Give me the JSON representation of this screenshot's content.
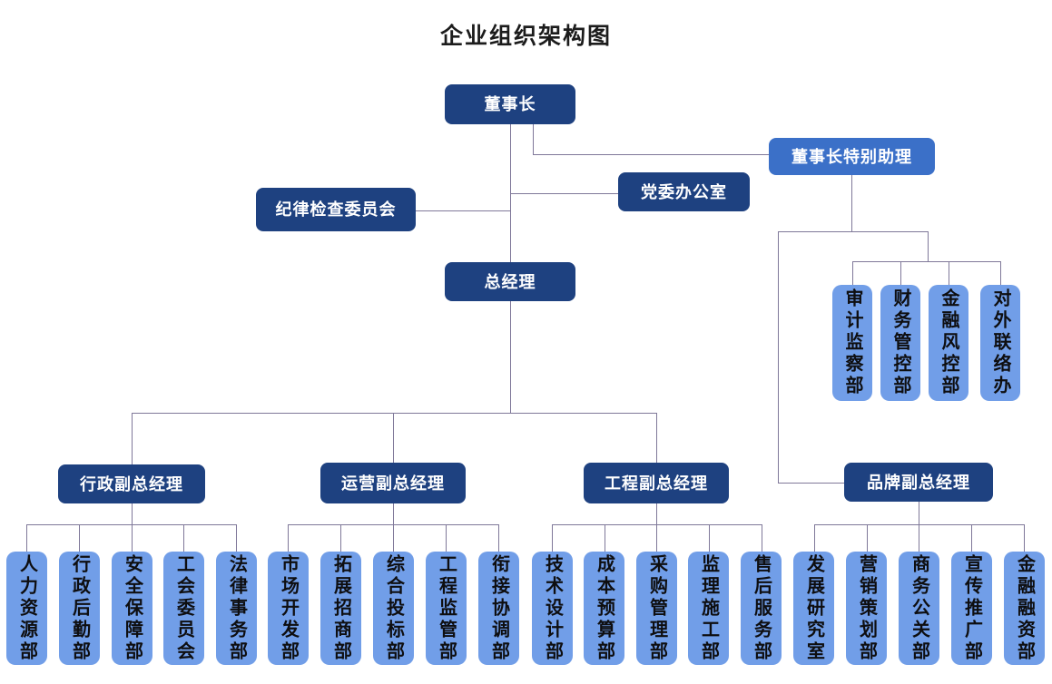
{
  "title": "企业组织架构图",
  "top": {
    "chairman": "董事长",
    "special_assistant": "董事长特别助理",
    "discipline_committee": "纪律检查委员会",
    "party_office": "党委办公室",
    "general_manager": "总经理"
  },
  "assistant_departments": [
    "审计监察部",
    "财务管控部",
    "金融风控部",
    "对外联络办"
  ],
  "deputies": {
    "admin": "行政副总经理",
    "operations": "运营副总经理",
    "engineering": "工程副总经理",
    "brand": "品牌副总经理"
  },
  "departments": {
    "admin": [
      "人力资源部",
      "行政后勤部",
      "安全保障部",
      "工会委员会",
      "法律事务部"
    ],
    "operations": [
      "市场开发部",
      "拓展招商部",
      "综合投标部",
      "工程监管部",
      "衔接协调部"
    ],
    "engineering": [
      "技术设计部",
      "成本预算部",
      "采购管理部",
      "监理施工部",
      "售后服务部"
    ],
    "brand": [
      "发展研究室",
      "营销策划部",
      "商务公关部",
      "宣传推广部",
      "金融融资部"
    ]
  },
  "colors": {
    "primary_box": "#1e4180",
    "secondary_box": "#3b70c8",
    "department_box": "#719ee8",
    "connector_line": "#7f7899",
    "title_text": "#1c1c1c",
    "box_text_light": "#ffffff",
    "box_text_dark": "#0e0e10"
  }
}
